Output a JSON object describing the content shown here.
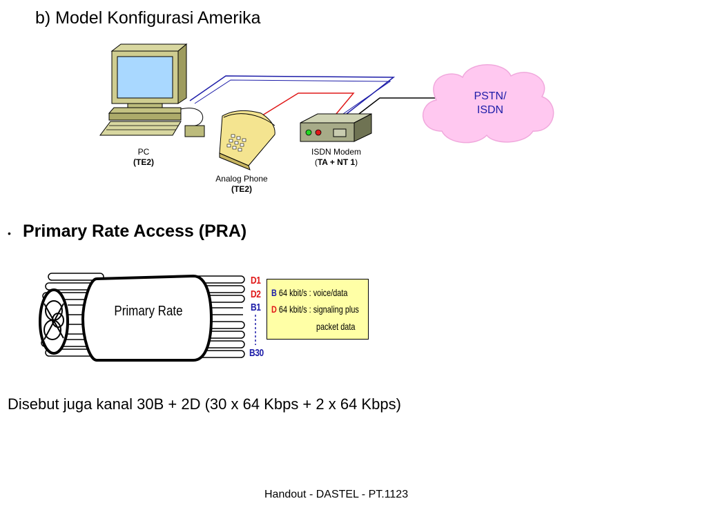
{
  "title": "b) Model Konfigurasi Amerika",
  "diagram": {
    "pc": {
      "name": "PC",
      "role": "(TE2)"
    },
    "phone": {
      "name": "Analog Phone",
      "role": "(TE2)"
    },
    "modem": {
      "name": "ISDN Modem",
      "role_open": "(",
      "role_bold": "TA + NT 1",
      "role_close": ")"
    },
    "cloud": {
      "line1": "PSTN/",
      "line2": "ISDN"
    }
  },
  "pra": {
    "bullet": "•",
    "heading": "Primary Rate Access (PRA)",
    "bundle_label": "Primary Rate",
    "channels": [
      "D1",
      "D2",
      "B1",
      "B30"
    ],
    "legend": {
      "b_key": "B",
      "b_text": "64 kbit/s : voice/data",
      "d_key": "D",
      "d_text": "64 kbit/s : signaling plus",
      "d_text2": "packet data"
    }
  },
  "note": "Disebut juga kanal 30B + 2D (30 x 64 Kbps + 2 x 64 Kbps)",
  "footer": "Handout - DASTEL - PT.1123",
  "colors": {
    "blue": "#1c1ca8",
    "red": "#e01818",
    "cloud": "#ffc8f0",
    "legend_bg": "#ffffa6"
  }
}
